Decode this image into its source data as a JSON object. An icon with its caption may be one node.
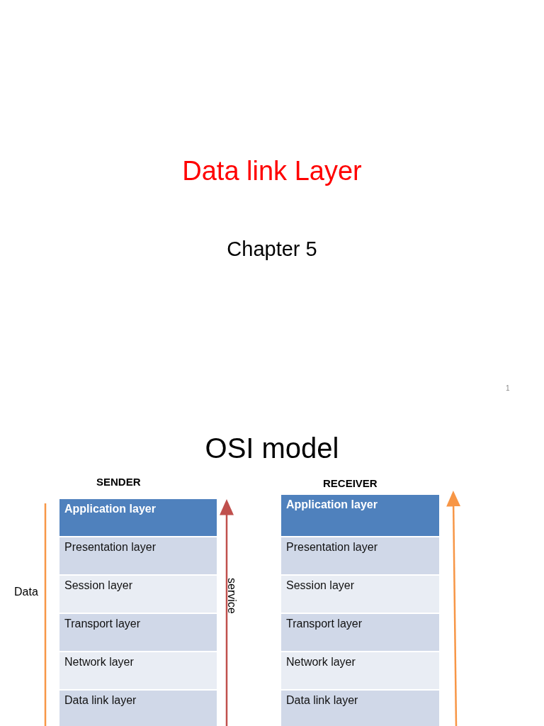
{
  "diagram": {
    "title": "Data link Layer",
    "nodes": [
      {
        "text": [
          "Application layer"
        ]
      },
      {
        "text": [
          "Presentation layer"
        ]
      },
      {
        "text": [
          "Session layer"
        ]
      },
      {
        "text": [
          "Transport layer"
        ]
      },
      {
        "text": [
          "Network layer"
        ]
      },
      {
        "text": [
          "Data link layer"
        ]
      },
      {
        "text": [
          "Application layer"
        ]
      },
      {
        "text": [
          "Presentation layer"
        ]
      },
      {
        "text": [
          "Session layer"
        ]
      },
      {
        "text": [
          "Transport layer"
        ]
      },
      {
        "text": [
          "Network layer"
        ]
      },
      {
        "text": [
          "Data link layer"
        ]
      }
    ],
    "labels": [
      "Chapter 5",
      "1",
      "OSI model",
      "SENDER",
      "RECEIVER",
      "Data",
      "service"
    ]
  }
}
